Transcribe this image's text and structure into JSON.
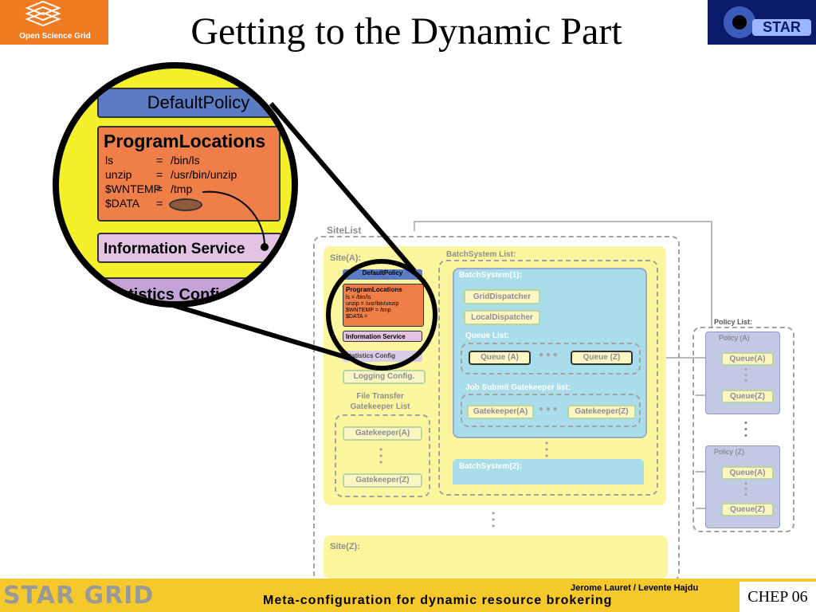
{
  "header": {
    "title": "Getting to the Dynamic Part",
    "osg_logo_text": "Open Science Grid",
    "star_logo_text": "STAR"
  },
  "zoom": {
    "default_policy": "DefaultPolicy",
    "program_locations_title": "ProgramLocations",
    "rows": [
      {
        "key": "ls",
        "eq": "=",
        "val": "/bin/ls"
      },
      {
        "key": "unzip",
        "eq": "=",
        "val": "/usr/bin/unzip"
      },
      {
        "key": "$WNTEMP",
        "eq": "=",
        "val": "/tmp"
      },
      {
        "key": "$DATA",
        "eq": "=",
        "val": ""
      }
    ],
    "information_service": "Information Service",
    "statistics_config": "Statistics Config"
  },
  "diagram": {
    "sitelist_label": "SiteList",
    "site_a_label": "Site(A):",
    "site_a": {
      "default_policy": "DefaultPolicy",
      "program_locations": "ProgramLocations",
      "mini_rows": [
        "ls = /bin/ls",
        "unzip = /usr/bin/unzip",
        "$WNTEMP = /tmp",
        "$DATA ="
      ],
      "information_service": "Information Service",
      "statistics_config": "Statistics Config",
      "logging_config": "Logging Config.",
      "file_transfer_line1": "File Transfer",
      "file_transfer_line2": "Gatekeeper List",
      "gatekeeper_a": "Gatekeeper(A)",
      "gatekeeper_z": "Gatekeeper(Z)"
    },
    "batchsystem_list_label": "BatchSystem List:",
    "batchsystem1_label": "BatchSystem(1):",
    "grid_dispatcher": "GridDispatcher",
    "local_dispatcher": "LocalDispatcher",
    "queue_list_label": "Queue List:",
    "queue_a": "Queue (A)",
    "queue_z": "Queue (Z)",
    "job_submit_label": "Job Submit Gatekeeper list:",
    "job_gatekeeper_a": "Gatekeeper(A)",
    "job_gatekeeper_z": "Gatekeeper(Z)",
    "batchsystem2_label": "BatchSystem(2):",
    "site_z_label": "Site(Z):",
    "policy_list_label": "Policy List:",
    "policy_a_label": "Policy (A)",
    "policy_a_q1": "Queue(A)",
    "policy_a_q2": "Queue(Z)",
    "policy_z_label": "Policy (Z)",
    "policy_z_q1": "Queue(A)",
    "policy_z_q2": "Queue(Z)"
  },
  "footer": {
    "left_logo": "STAR GRID",
    "authors": "Jerome Lauret  /  Levente Hajdu",
    "subtitle": "Meta-configuration for dynamic resource brokering",
    "conf_logo": "CHEP 06"
  },
  "colors": {
    "site_yellow": "#fcf69e",
    "zoom_yellow": "#f4f02b",
    "program_orange": "#ef7e48",
    "default_policy_blue": "#5b7bc4",
    "info_service_lavender": "#e2c3e3",
    "batch_blue": "#a9dde9",
    "footer_gold": "#f5c92c",
    "osg_orange": "#f07b20"
  }
}
